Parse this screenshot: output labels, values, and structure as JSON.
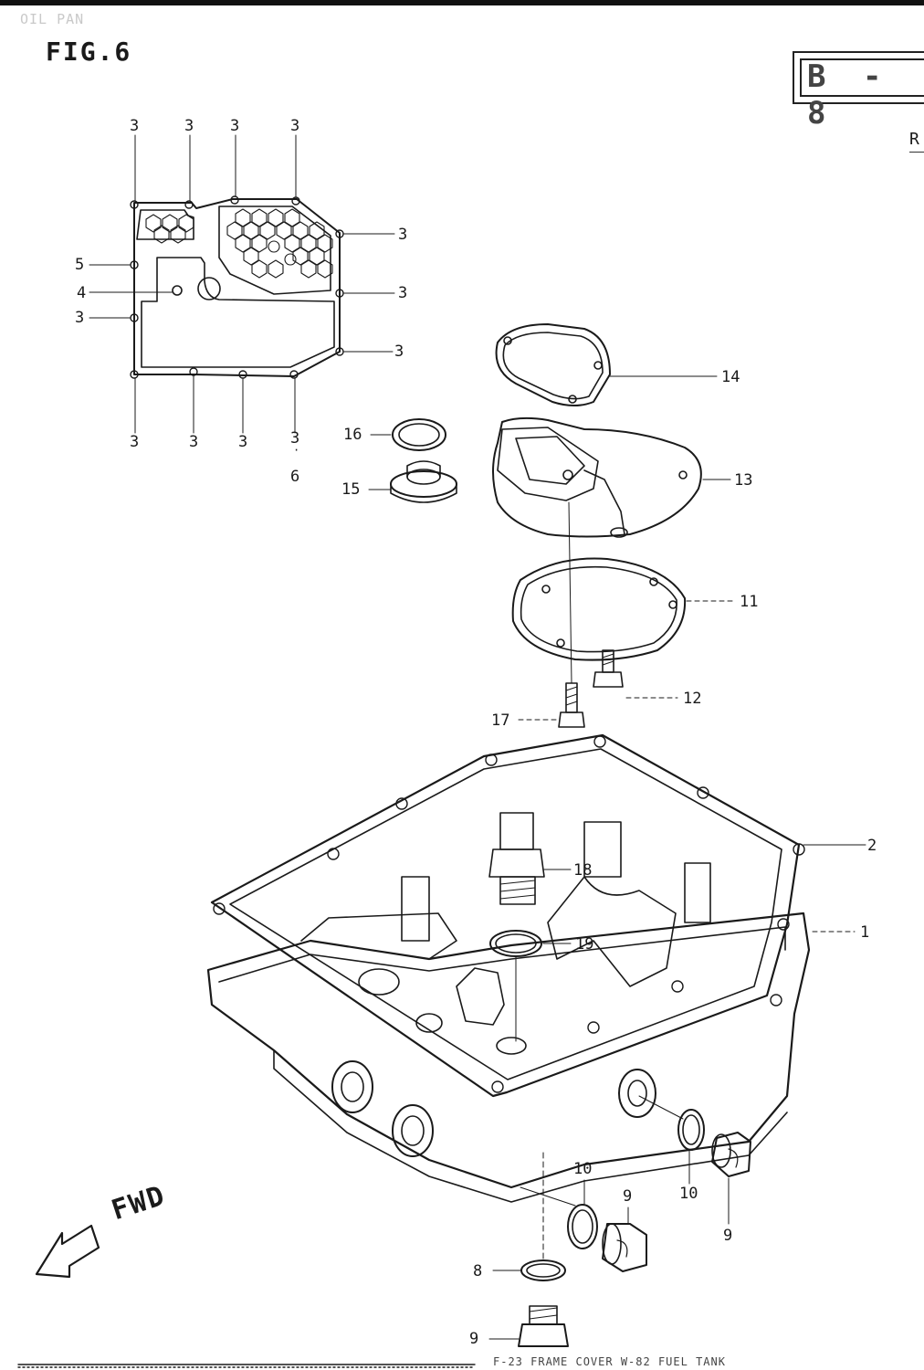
{
  "header": {
    "section_title": "OIL PAN",
    "figure_label": "FIG.6",
    "page_ref": "B - 8",
    "side_mark": "R"
  },
  "direction_label": "FWD",
  "callouts": {
    "c1": "1",
    "c2": "2",
    "c3a": "3",
    "c3b": "3",
    "c3c": "3",
    "c3d": "3",
    "c3e": "3",
    "c3f": "3",
    "c3g": "3",
    "c3h": "3",
    "c3i": "3",
    "c3j": "3",
    "c3k": "3",
    "c3l": "3",
    "c4": "4",
    "c5": "5",
    "c6": "6",
    "c8": "8",
    "c9a": "9",
    "c9b": "9",
    "c9c": "9",
    "c10a": "10",
    "c10b": "10",
    "c11": "11",
    "c12": "12",
    "c13": "13",
    "c14": "14",
    "c15": "15",
    "c16": "16",
    "c17": "17",
    "c18": "18",
    "c19": "19"
  },
  "footer": {
    "text": "F-23  FRAME COVER     W-82  FUEL TANK"
  }
}
